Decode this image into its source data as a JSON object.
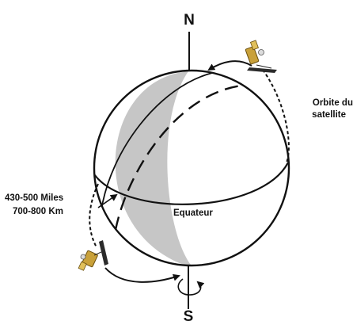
{
  "labels": {
    "north": "N",
    "south": "S",
    "orbit_line1": "Orbite du",
    "orbit_line2": "satellite",
    "altitude_miles": "430-500 Miles",
    "altitude_km": "700-800 Km",
    "equator": "Equateur"
  },
  "colors": {
    "ink": "#111111",
    "shadow": "#c6c6c6",
    "sphere_fill": "#ffffff",
    "satellite_body": "#c9a13a",
    "solar_panel": "#2b2b2b"
  },
  "icons": {
    "satellite_top": "satellite-icon",
    "satellite_bottom": "satellite-icon",
    "rotation": "rotation-arrow-icon"
  }
}
